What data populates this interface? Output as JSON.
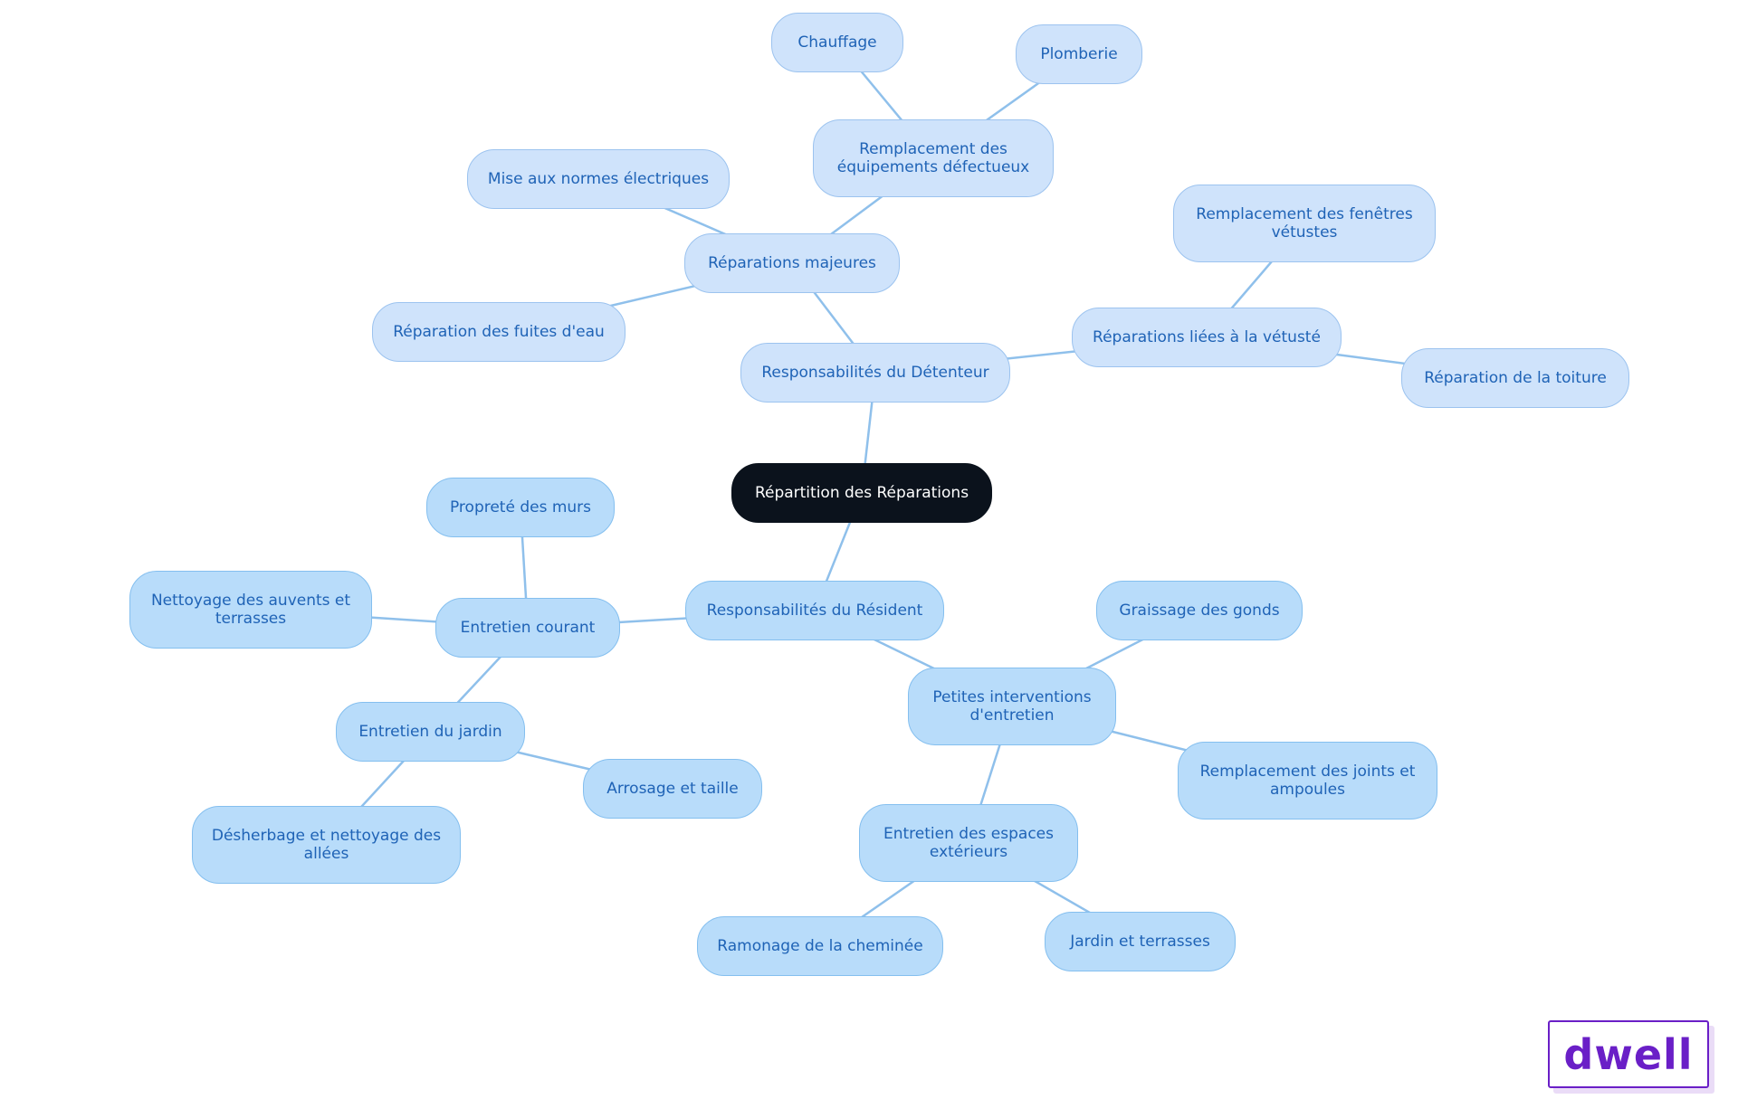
{
  "diagram": {
    "root": "Répartition des Réparations",
    "detenteur": {
      "label": "Responsabilités du Détenteur",
      "majeures": {
        "label": "Réparations majeures",
        "equipements": {
          "label": "Remplacement des équipements défectueux",
          "chauffage": "Chauffage",
          "plomberie": "Plomberie"
        },
        "normes": "Mise aux normes électriques",
        "fuites": "Réparation des fuites d'eau"
      },
      "vetuste": {
        "label": "Réparations liées à la vétusté",
        "fenetres": "Remplacement des fenêtres vétustes",
        "toiture": "Réparation de la toiture"
      }
    },
    "resident": {
      "label": "Responsabilités du Résident",
      "courant": {
        "label": "Entretien courant",
        "murs": "Propreté des murs",
        "auvents": "Nettoyage des auvents et terrasses",
        "jardin": {
          "label": "Entretien du jardin",
          "arrosage": "Arrosage et taille",
          "desherbage": "Désherbage et nettoyage des allées"
        }
      },
      "petites": {
        "label": "Petites interventions d'entretien",
        "gonds": "Graissage des gonds",
        "joints": "Remplacement des joints et ampoules",
        "exterieurs": {
          "label": "Entretien des espaces extérieurs",
          "ramonage": "Ramonage de la cheminée",
          "terrasses": "Jardin et terrasses"
        }
      }
    }
  },
  "logo": {
    "text": "dwell"
  },
  "colors": {
    "root_fill": "#0b121c",
    "detenteur_fill": "#cfe3fb",
    "resident_fill": "#b8dcfa",
    "text": "#1f63b6",
    "edge": "#8fc0eb",
    "logo": "#6a1fc7"
  }
}
